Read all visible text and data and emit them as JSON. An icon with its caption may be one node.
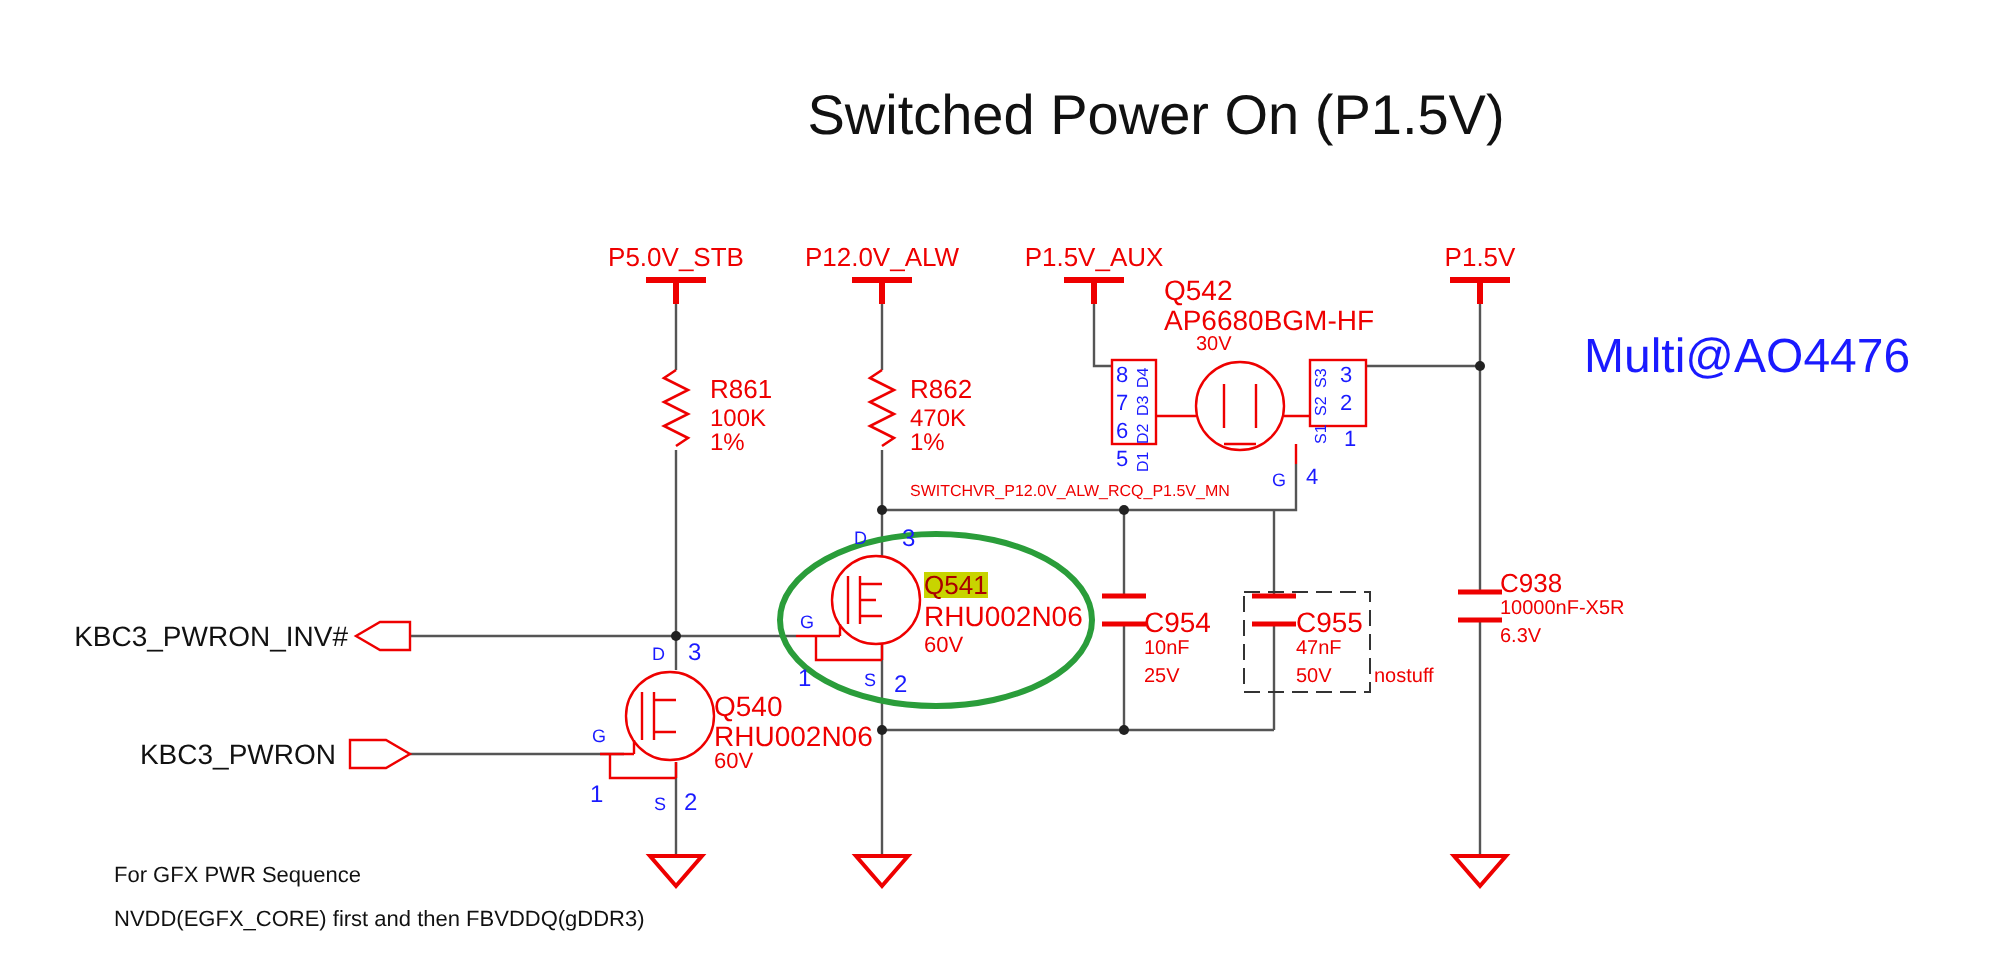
{
  "diagram": {
    "title": "Switched Power On (P1.5V)",
    "labels": [
      "P5.0V_STB",
      "P12.0V_ALW",
      "P1.5V_AUX",
      "Q542",
      "AP6680BGM-HF",
      "P1.5V",
      "30V",
      "Multi@AO4476",
      "8",
      "7",
      "6",
      "5",
      "D4",
      "D3",
      "D2",
      "D1",
      "S3",
      "S2",
      "S1",
      "3",
      "2",
      "1",
      "G",
      "4",
      "R861",
      "100K",
      "1%",
      "R862",
      "470K",
      "1%",
      "SWITCHVR_P12.0V_ALW_RCQ_P1.5V_MN",
      "D",
      "3",
      "Q541",
      "RHU002N06",
      "60V",
      "C954",
      "10nF",
      "25V",
      "C955",
      "47nF",
      "50V",
      "nostuff",
      "C938",
      "10000nF-X5R",
      "6.3V",
      "KBC3_PWRON_INV#",
      "G",
      "1",
      "S",
      "2",
      "D",
      "3",
      "Q540",
      "RHU002N06",
      "60V",
      "KBC3_PWRON",
      "G",
      "1",
      "S",
      "2",
      "For GFX PWR Sequence",
      "NVDD(EGFX_CORE) first and then FBVDDQ(gDDR3)"
    ]
  }
}
